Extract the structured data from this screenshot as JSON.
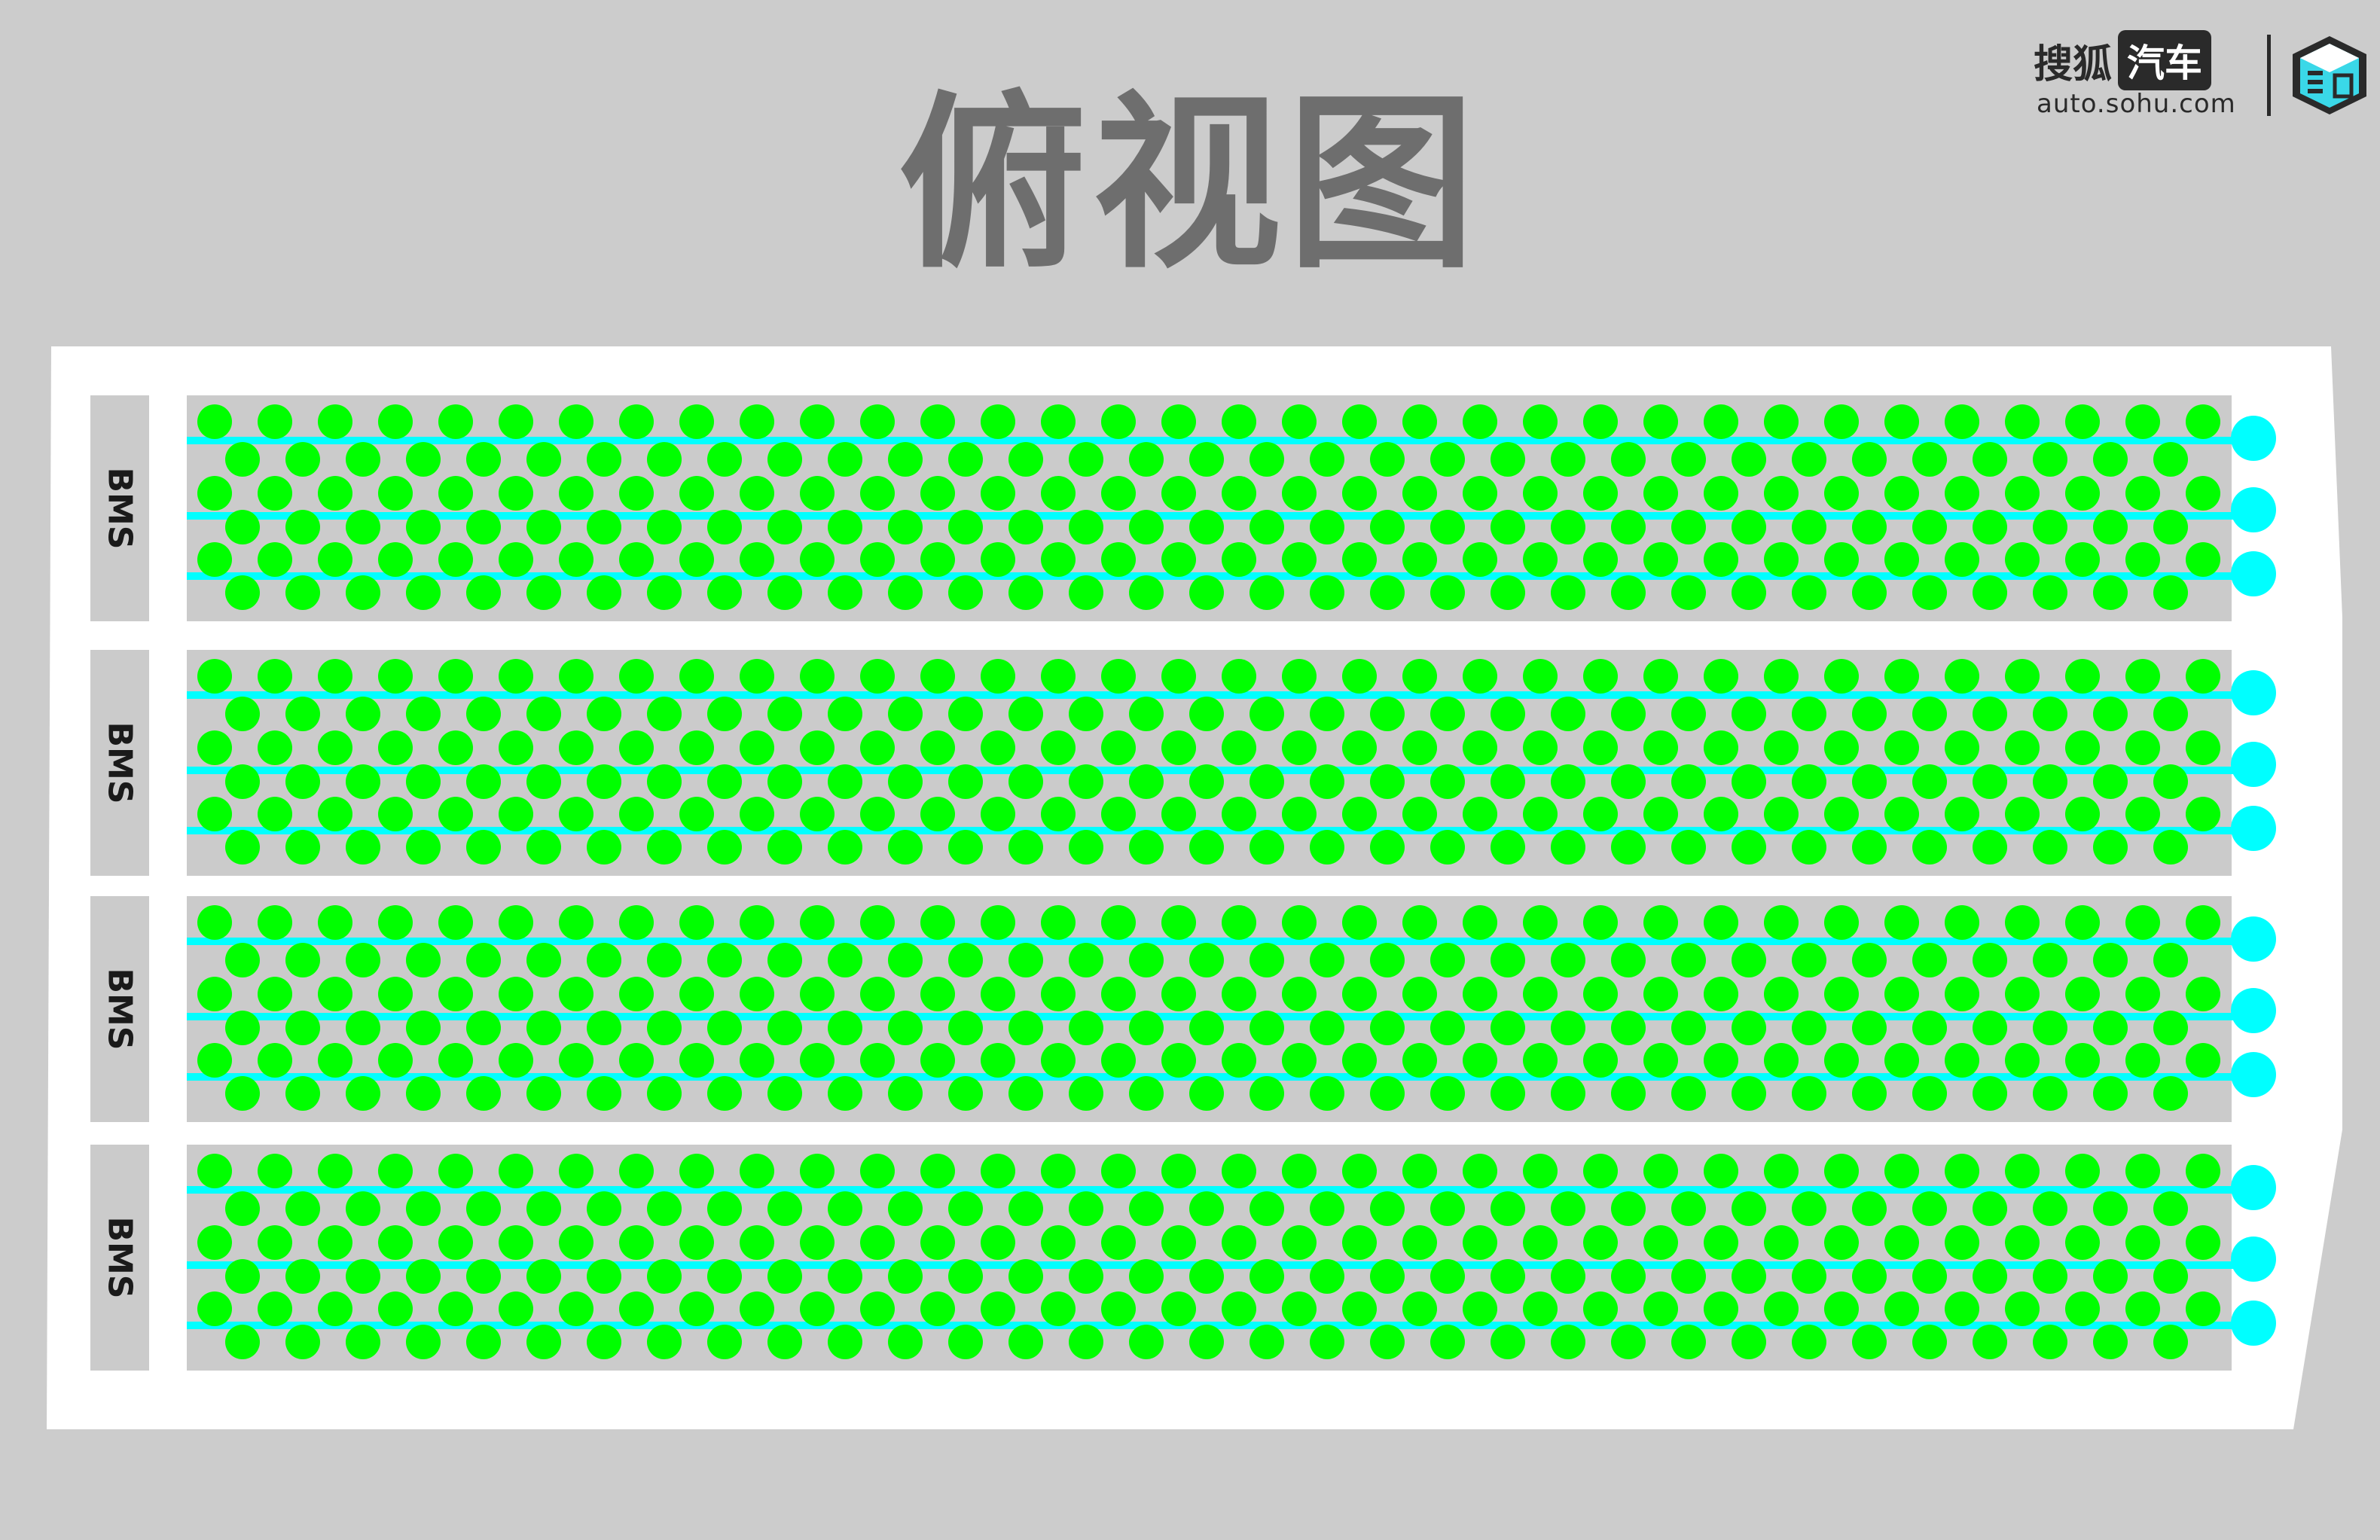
{
  "title": "俯视图",
  "logo": {
    "brand": "搜狐",
    "brand_box": "汽车",
    "url": "auto.sohu.com",
    "icon": "sohu-auto-cube-icon"
  },
  "modules": [
    {
      "bms_label": "BMS"
    },
    {
      "bms_label": "BMS"
    },
    {
      "bms_label": "BMS"
    },
    {
      "bms_label": "BMS"
    }
  ],
  "colors": {
    "background": "#cccccc",
    "pack": "#ffffff",
    "module": "#cbcbcb",
    "cell": "#00ff00",
    "cooling": "#00ffff",
    "title": "#6e6e6e"
  }
}
